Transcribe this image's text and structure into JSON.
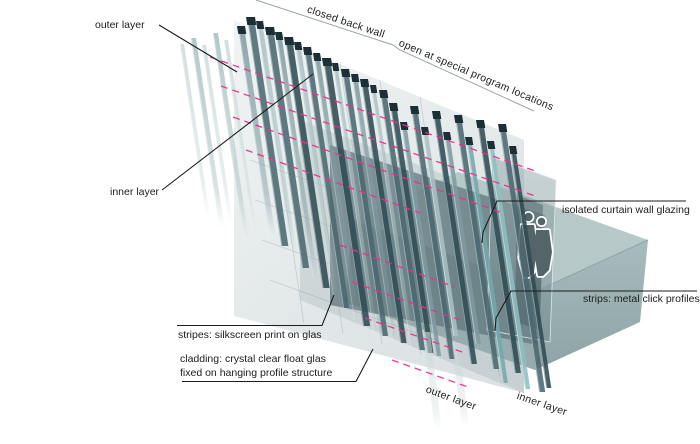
{
  "figure": {
    "type": "architectural-facade-axonometric-diagram",
    "labels": {
      "outer_layer_top": "outer layer",
      "closed_back_wall": "closed back wall",
      "open_special_program": "open at special program locations",
      "inner_layer_left": "inner layer",
      "isolated_glazing": "isolated curtain wall glazing",
      "strips_metal_click": "strips: metal click profiles",
      "stripes_silkscreen": "stripes: silkscreen print on glas",
      "cladding_line1": "cladding: crystal clear float glas",
      "cladding_line2": "fixed on hanging profile structure",
      "outer_layer_bottom": "outer layer",
      "inner_layer_bottom": "inner layer"
    },
    "palette": {
      "background": "#ffffff",
      "accent_dashed_line": "#ee2f8e",
      "leader_line": "#1c1c1c",
      "bracket_line": "#9aa3a4",
      "fin_pale": "#ccdadb",
      "fin_light": "#a9c0c3",
      "fin_mid": "#7e9aa0",
      "fin_dark": "#4a686f",
      "fin_deep": "#2f4b53",
      "fin_teal": "#74a7ad",
      "fin_teal_light": "#8fbec2",
      "fin_cap": "#1c2f36",
      "slab_top": "#b6c8c8",
      "slab_front": "#a0b5b6",
      "slab_side": "#97acae",
      "inner_wall": "#5d757b",
      "glass": "#c2d2d4",
      "silhouette_fill": "#46585d",
      "silhouette_outline": "#ffffff"
    }
  }
}
